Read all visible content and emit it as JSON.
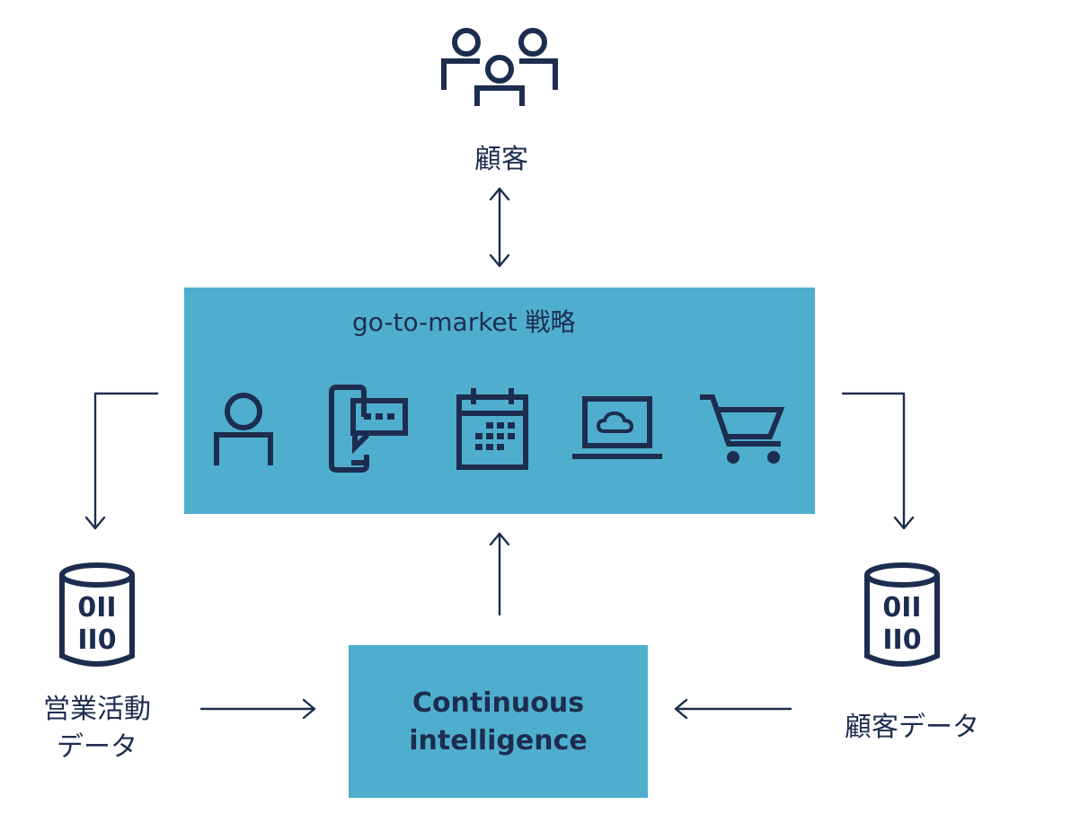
{
  "diagram": {
    "customers_label": "顧客",
    "gtm_title": "go-to-market 戦略",
    "ci_line1": "Continuous",
    "ci_line2": "intelligence",
    "sales_data_line1": "営業活動",
    "sales_data_line2": "データ",
    "customer_data_label": "顧客データ",
    "db_left_row1": "0II",
    "db_left_row2": "II0",
    "db_right_row1": "0II",
    "db_right_row2": "II0"
  },
  "colors": {
    "box_fill": "#4faecd",
    "ink": "#1d2d4f",
    "background": "#ffffff"
  },
  "icons": [
    "customers-group-icon",
    "person-icon",
    "mobile-chat-icon",
    "calendar-icon",
    "laptop-cloud-icon",
    "shopping-cart-icon",
    "database-icon"
  ]
}
